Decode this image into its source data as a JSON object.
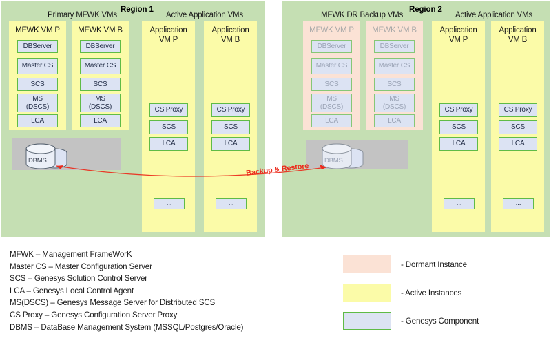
{
  "regions": [
    {
      "id": "region-1",
      "title": "Region 1",
      "groups": [
        {
          "label": "Primary MFWK VMs"
        },
        {
          "label": "Active Application VMs"
        }
      ],
      "vms": [
        {
          "name": "MFWK VM P",
          "state": "active",
          "components": [
            "DBServer",
            "Master CS",
            "SCS",
            "MS\n(DSCS)",
            "LCA"
          ]
        },
        {
          "name": "MFWK VM B",
          "state": "active",
          "components": [
            "DBServer",
            "Master CS",
            "SCS",
            "MS\n(DSCS)",
            "LCA"
          ]
        },
        {
          "name": "Application\nVM P",
          "state": "active",
          "components": [
            "CS Proxy",
            "SCS",
            "LCA",
            "..."
          ]
        },
        {
          "name": "Application\nVM B",
          "state": "active",
          "components": [
            "CS Proxy",
            "SCS",
            "LCA",
            "..."
          ]
        }
      ],
      "database": {
        "label": "DBMS",
        "state": "active"
      }
    },
    {
      "id": "region-2",
      "title": "Region 2",
      "groups": [
        {
          "label": "MFWK DR Backup VMs"
        },
        {
          "label": "Active Application VMs"
        }
      ],
      "vms": [
        {
          "name": "MFWK VM P",
          "state": "dormant",
          "components": [
            "DBServer",
            "Master CS",
            "SCS",
            "MS\n(DSCS)",
            "LCA"
          ]
        },
        {
          "name": "MFWK VM B",
          "state": "dormant",
          "components": [
            "DBServer",
            "Master CS",
            "SCS",
            "MS\n(DSCS)",
            "LCA"
          ]
        },
        {
          "name": "Application\nVM P",
          "state": "active",
          "components": [
            "CS Proxy",
            "SCS",
            "LCA",
            "..."
          ]
        },
        {
          "name": "Application\nVM B",
          "state": "active",
          "components": [
            "CS Proxy",
            "SCS",
            "LCA",
            "..."
          ]
        }
      ],
      "database": {
        "label": "DBMS",
        "state": "dormant"
      }
    }
  ],
  "connector": {
    "label": "Backup & Restore",
    "color": "#ec2a1b"
  },
  "legend": {
    "abbreviations": [
      "MFWK – Management FrameWorK",
      "Master CS – Master Configuration Server",
      "SCS – Genesys Solution Control Server",
      "LCA – Genesys Local Control Agent",
      "MS(DSCS) – Genesys Message Server for Distributed SCS",
      "CS Proxy – Genesys Configuration Server Proxy",
      "DBMS – DataBase Management System (MSSQL/Postgres/Oracle)"
    ],
    "keys": [
      {
        "label": "- Dormant Instance",
        "color": "#fbe2d5",
        "border": "none"
      },
      {
        "label": "- Active Instances",
        "color": "#fbfba8",
        "border": "none"
      },
      {
        "label": "- Genesys Component",
        "color": "#dce3f3",
        "border": "#5fbb46"
      }
    ]
  },
  "colors": {
    "region_bg": "#c5dfb3",
    "active_vm": "#fbfba8",
    "dormant_vm": "#fbe2d5",
    "component": "#dce3f3",
    "component_border": "#5fbb46",
    "db_panel": "#c3c3c3",
    "accent": "#ec2a1b"
  }
}
